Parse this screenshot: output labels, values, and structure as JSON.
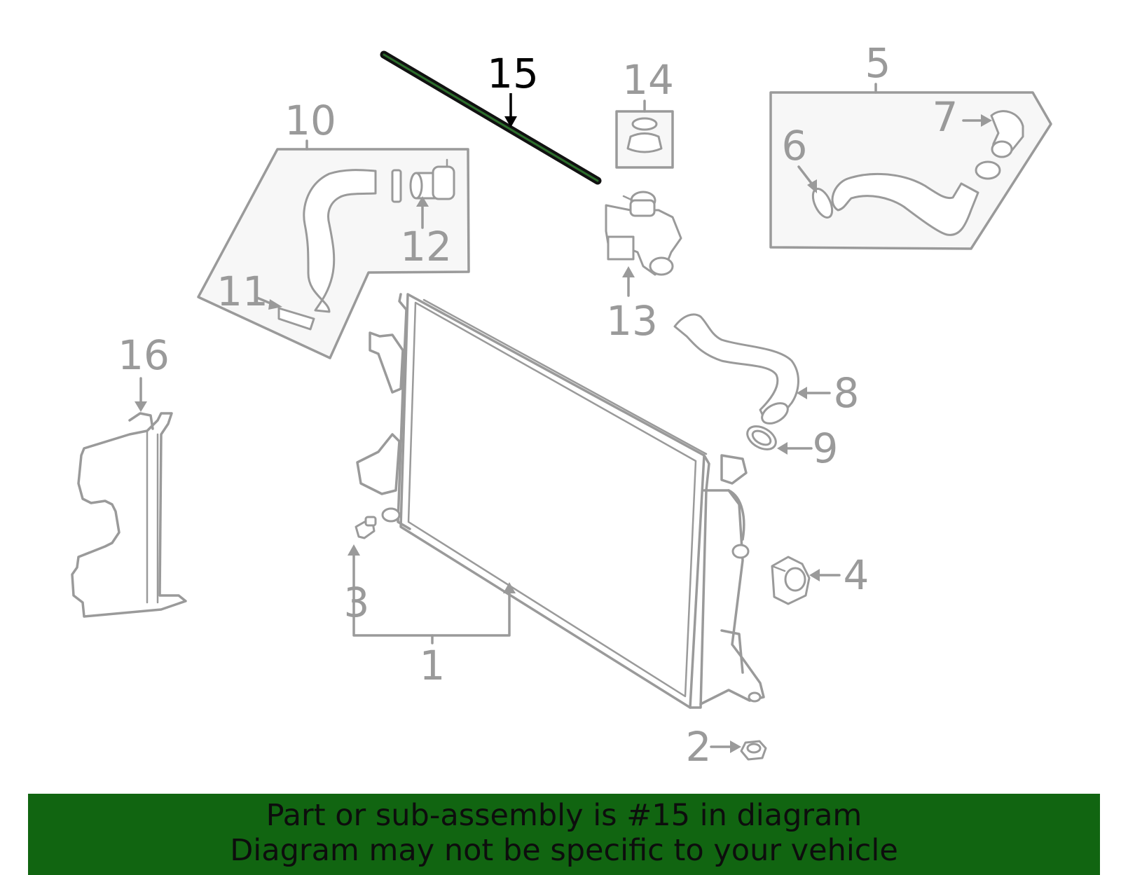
{
  "diagram": {
    "selected_callout": "15",
    "callouts": {
      "c1": "1",
      "c2": "2",
      "c3": "3",
      "c4": "4",
      "c5": "5",
      "c6": "6",
      "c7": "7",
      "c8": "8",
      "c9": "9",
      "c10": "10",
      "c11": "11",
      "c12": "12",
      "c13": "13",
      "c14": "14",
      "c15": "15",
      "c16": "16"
    },
    "colors": {
      "line": "#9a9a9a",
      "selected": "#000000",
      "highlight_strip": "#116511",
      "banner": "#116511"
    }
  },
  "banner": {
    "line1": "Part or sub-assembly is #15 in diagram",
    "line2": "Diagram may not be specific to your vehicle"
  }
}
